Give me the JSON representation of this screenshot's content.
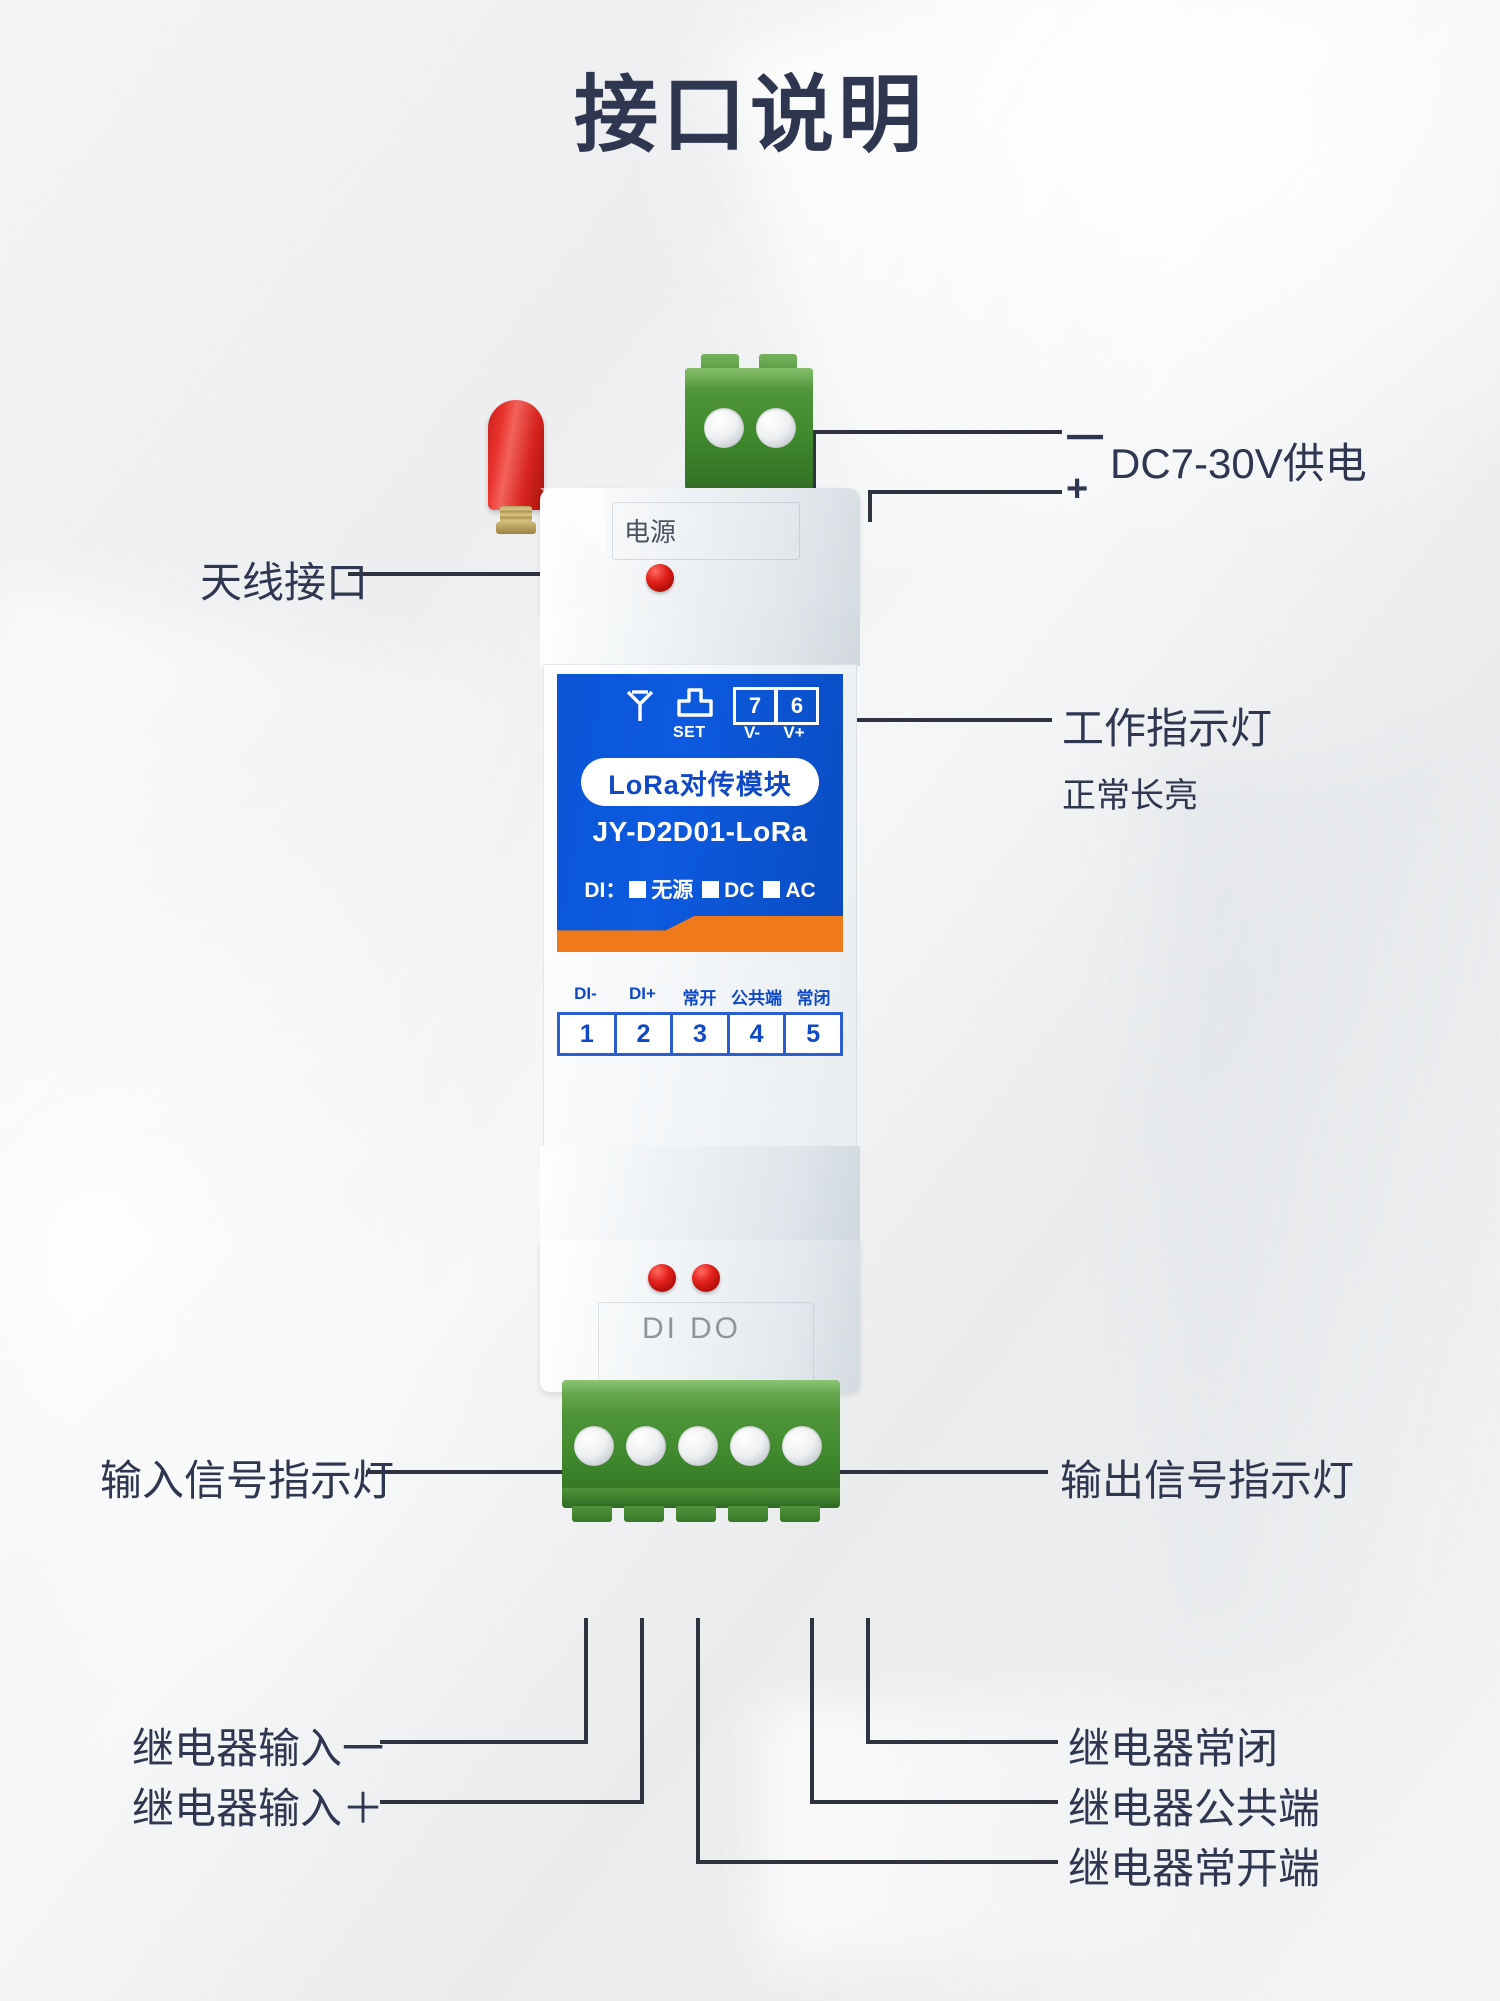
{
  "page": {
    "title": "接口说明"
  },
  "colors": {
    "title": "#2e3650",
    "label_blue": "#0d5ae0",
    "accent_orange": "#f07a1a",
    "led_red": "#e2201a",
    "connector_green": "#4e9438",
    "leader_line": "#2f3340"
  },
  "callouts": {
    "power": {
      "label": "DC7-30V供电",
      "minus": "一",
      "plus": "+"
    },
    "antenna": {
      "label": "天线接口"
    },
    "work_led": {
      "label": "工作指示灯",
      "sub": "正常长亮"
    },
    "input_led": {
      "label": "输入信号指示灯"
    },
    "output_led": {
      "label": "输出信号指示灯"
    },
    "relay_in_minus": {
      "label": "继电器输入一"
    },
    "relay_in_plus": {
      "label": "继电器输入＋"
    },
    "relay_nc": {
      "label": "继电器常闭"
    },
    "relay_com": {
      "label": "继电器公共端"
    },
    "relay_no": {
      "label": "继电器常开端"
    }
  },
  "device": {
    "power_text": "电源",
    "icons": {
      "antenna": "antenna-icon",
      "set": "set-button-icon"
    },
    "set_label": "SET",
    "top_terminals": [
      {
        "num": "7",
        "label": "V-"
      },
      {
        "num": "6",
        "label": "V+"
      }
    ],
    "badge": "LoRa对传模块",
    "model": "JY-D2D01-LoRa",
    "di_row": {
      "prefix": "DI：",
      "options": [
        "无源",
        "DC",
        "AC"
      ]
    },
    "bottom_terminals": [
      {
        "num": "1",
        "label": "DI-"
      },
      {
        "num": "2",
        "label": "DI+"
      },
      {
        "num": "3",
        "label": "常开"
      },
      {
        "num": "4",
        "label": "公共端"
      },
      {
        "num": "5",
        "label": "常闭"
      }
    ],
    "led_labels": {
      "di": "DI",
      "do": "DO"
    }
  }
}
